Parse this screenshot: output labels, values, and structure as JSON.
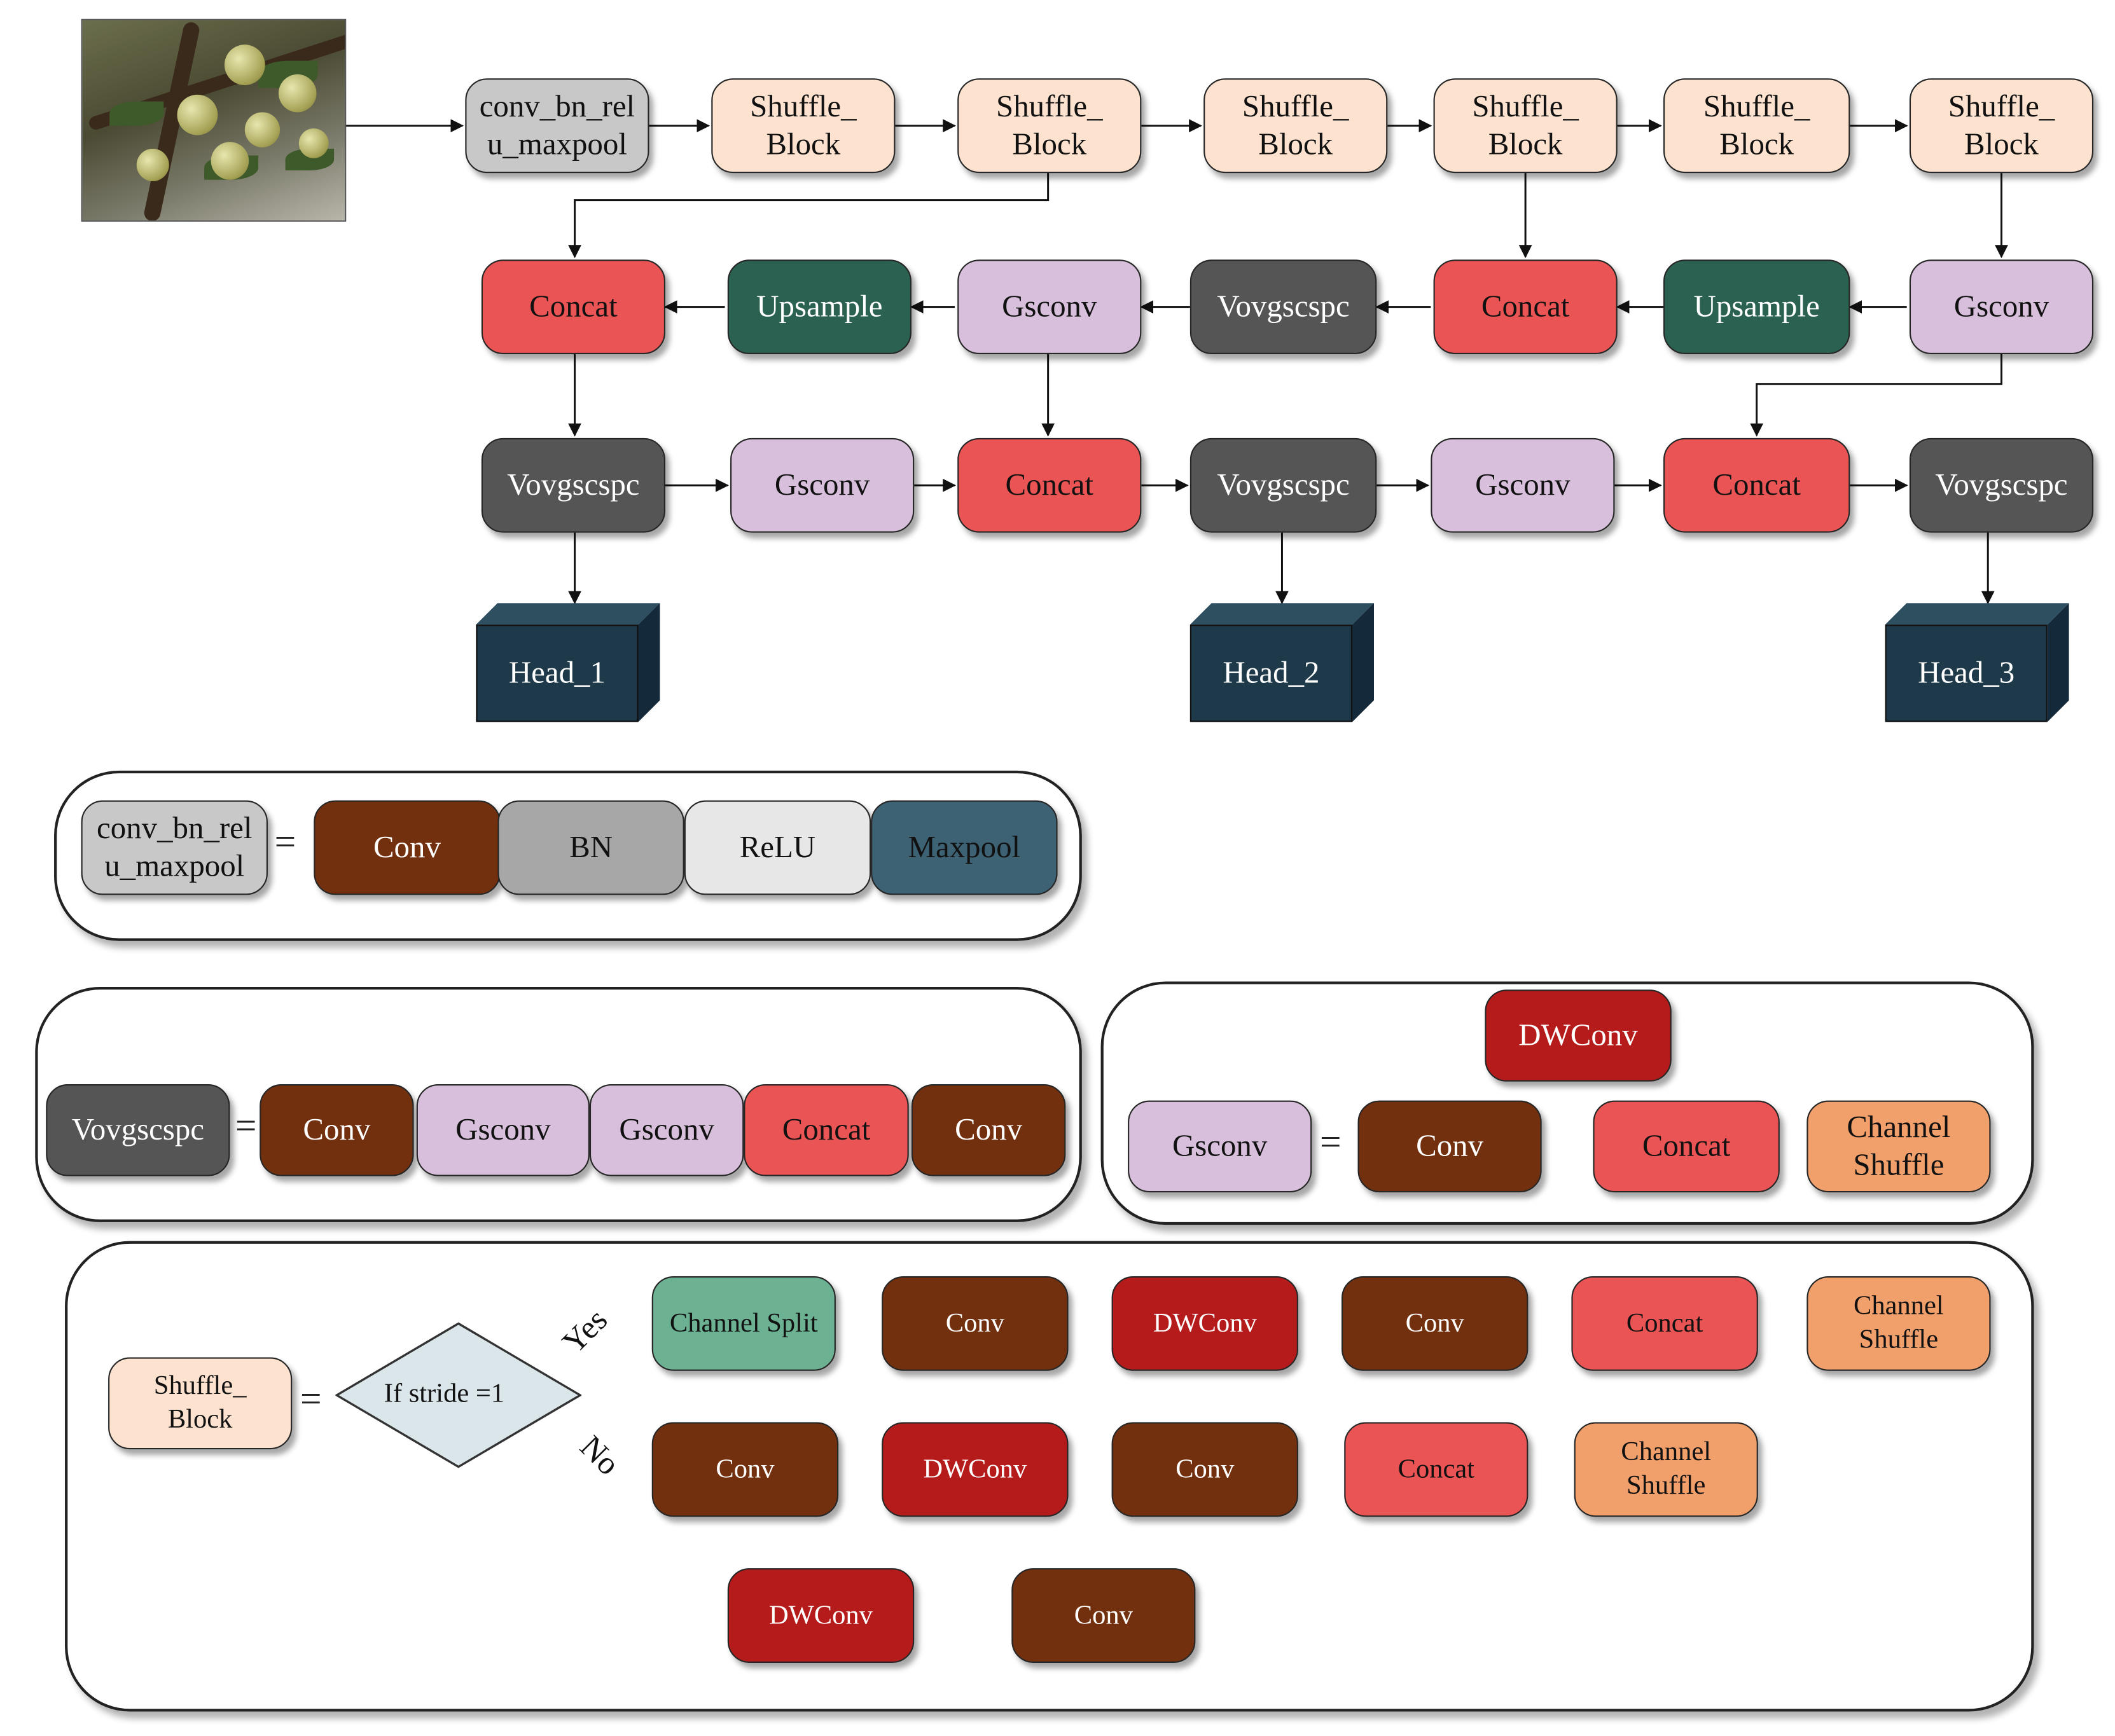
{
  "main": {
    "top_row": [
      "conv_bn_rel\nu_maxpool",
      "Shuffle_\nBlock",
      "Shuffle_\nBlock",
      "Shuffle_\nBlock",
      "Shuffle_\nBlock",
      "Shuffle_\nBlock",
      "Shuffle_\nBlock"
    ],
    "neck_row1": [
      "Concat",
      "Upsample",
      "Gsconv",
      "Vovgscspc",
      "Concat",
      "Upsample",
      "Gsconv"
    ],
    "neck_row2": [
      "Vovgscspc",
      "Gsconv",
      "Concat",
      "Vovgscspc",
      "Gsconv",
      "Concat",
      "Vovgscspc"
    ],
    "heads": [
      "Head_1",
      "Head_2",
      "Head_3"
    ]
  },
  "legend_cbr": {
    "lhs": "conv_bn_rel\nu_maxpool",
    "eq": "=",
    "parts": [
      "Conv",
      "BN",
      "ReLU",
      "Maxpool"
    ]
  },
  "legend_vov": {
    "lhs": "Vovgscspc",
    "eq": "=",
    "parts": [
      "Conv",
      "Gsconv",
      "Gsconv",
      "Concat",
      "Conv"
    ]
  },
  "legend_gs": {
    "lhs": "Gsconv",
    "eq": "=",
    "conv": "Conv",
    "dwconv": "DWConv",
    "concat": "Concat",
    "shuffle": "Channel\nShuffle"
  },
  "legend_shuffle": {
    "lhs": "Shuffle_\nBlock",
    "eq": "=",
    "decision": "If stride =1",
    "yes": "Yes",
    "no": "No",
    "yes_branch": [
      "Channel Split",
      "Conv",
      "DWConv",
      "Conv",
      "Concat",
      "Channel\nShuffle"
    ],
    "no_branch_main": [
      "Conv",
      "DWConv",
      "Conv",
      "Concat",
      "Channel\nShuffle"
    ],
    "no_branch_side": [
      "DWConv",
      "Conv"
    ]
  }
}
